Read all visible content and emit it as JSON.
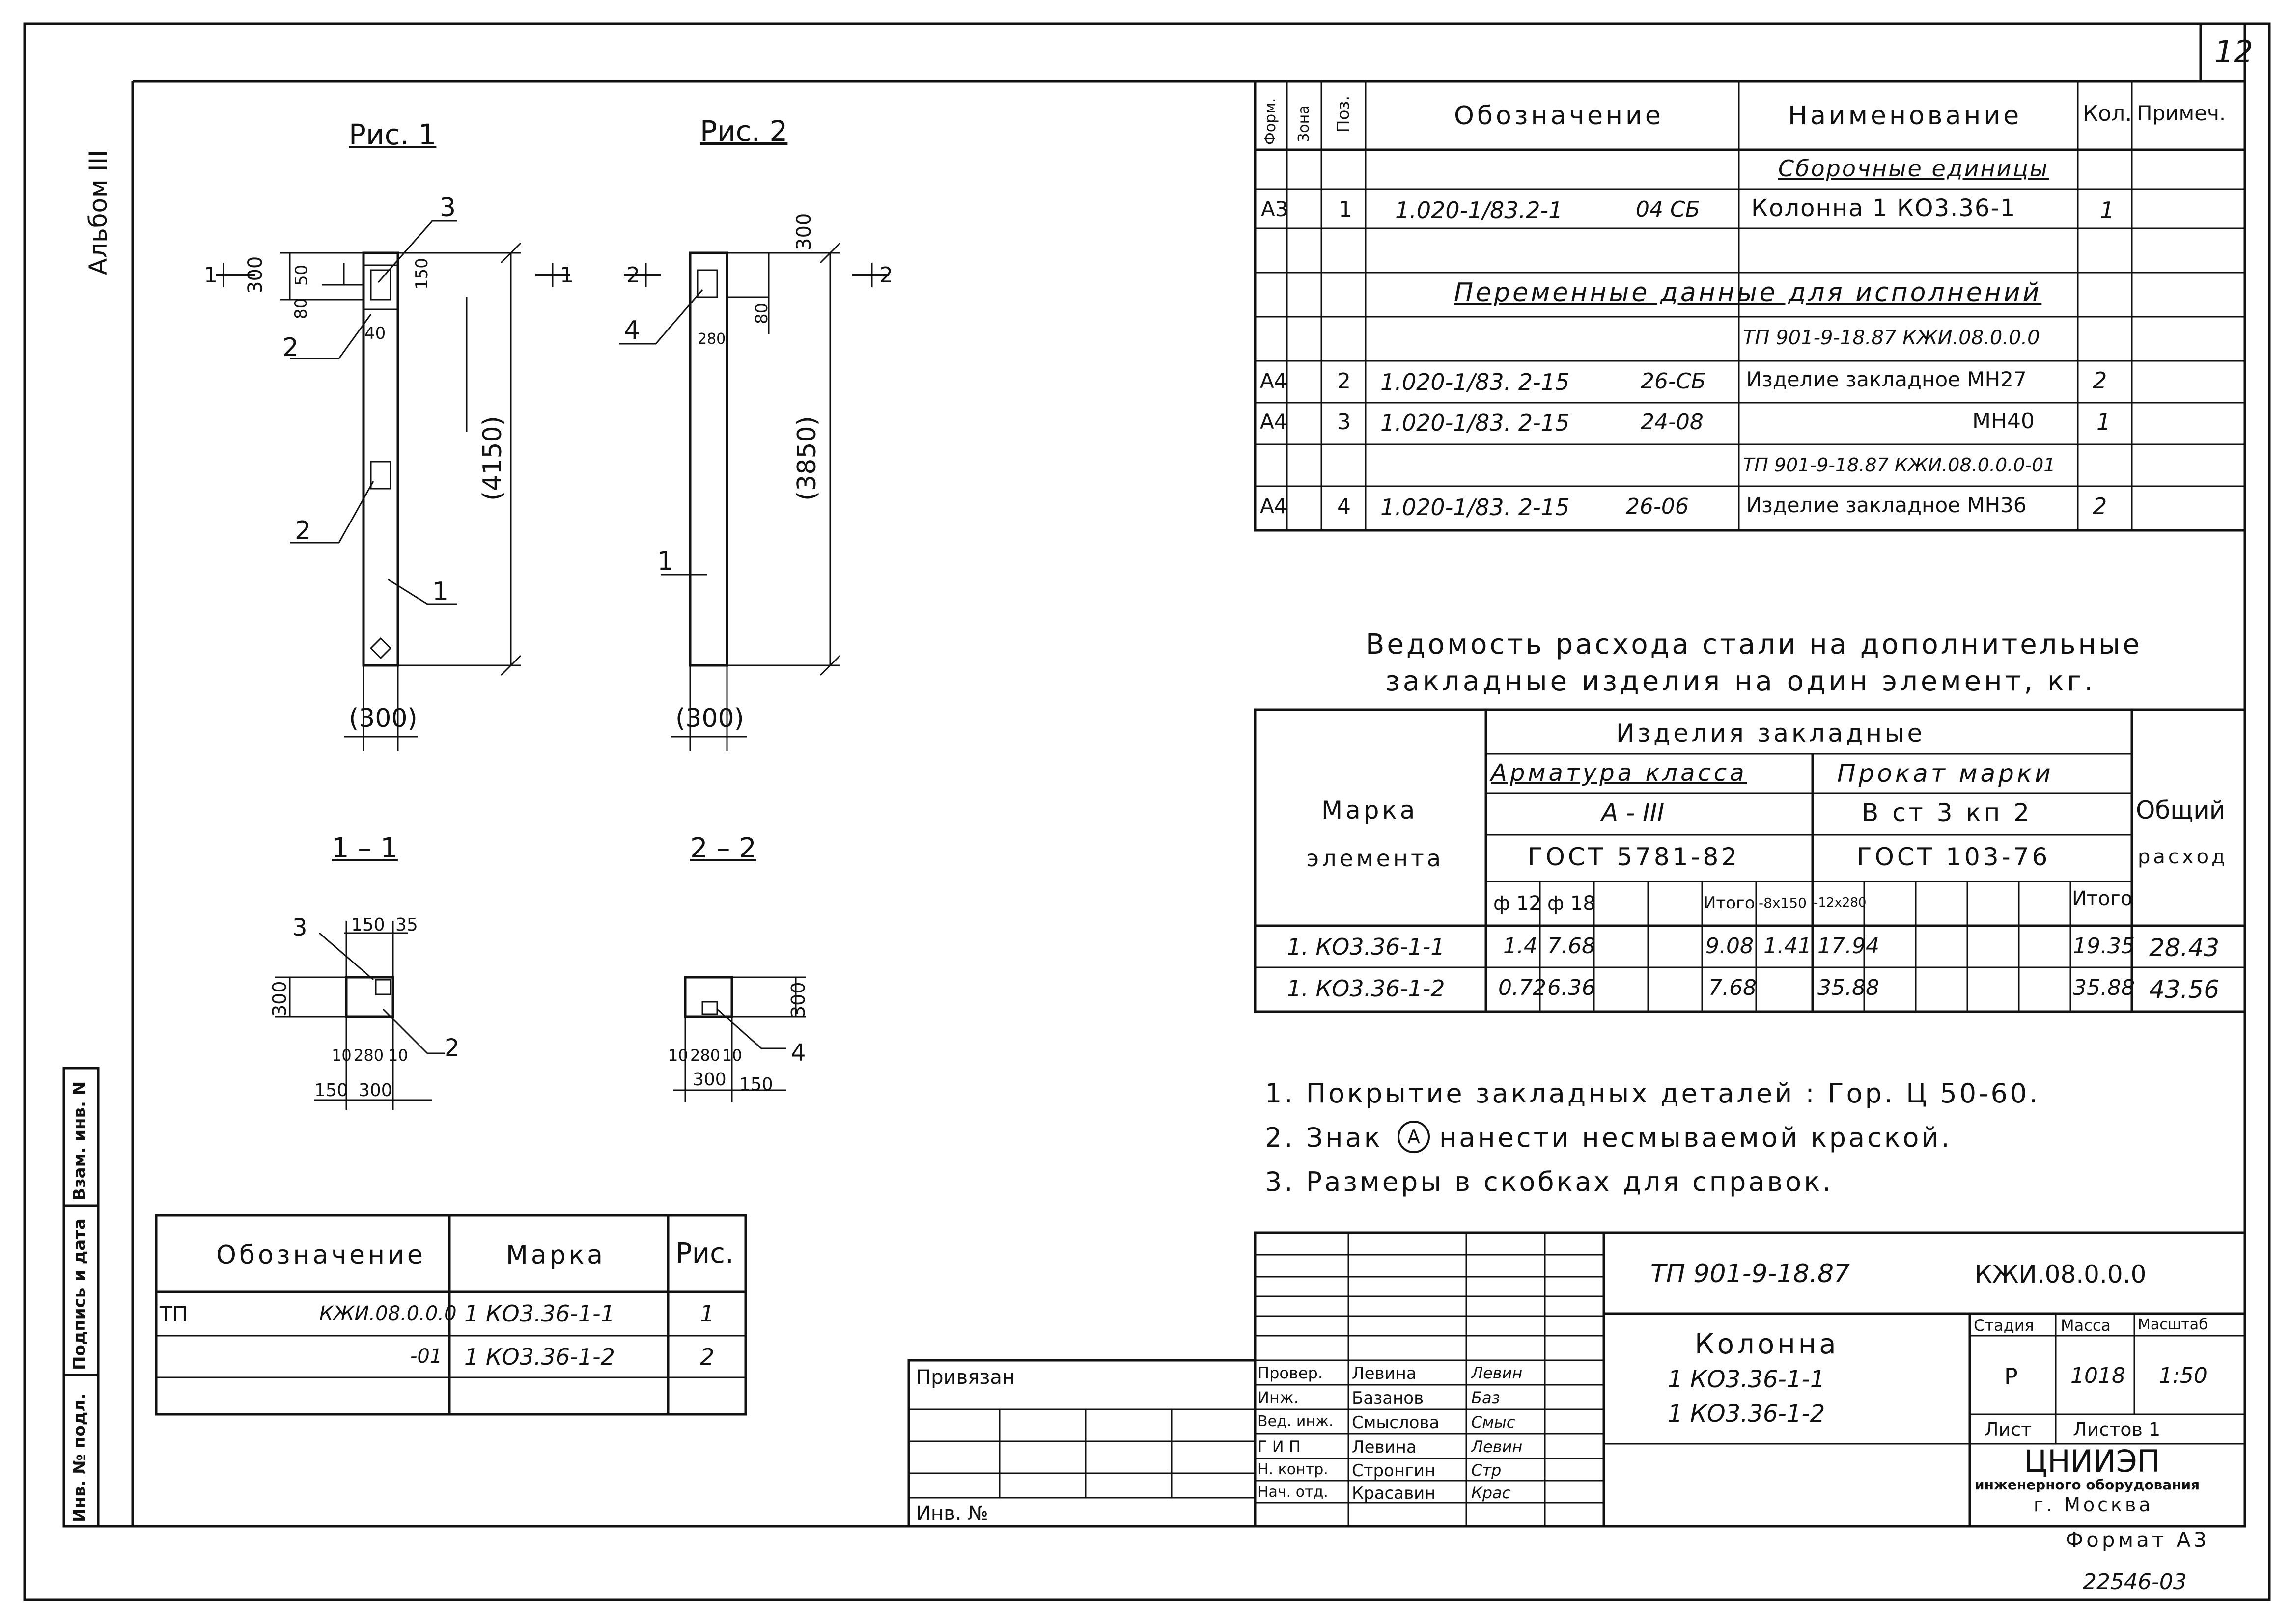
{
  "sheet_number": "12",
  "album_label": "Альбом III",
  "footer_stamp": "22546-03",
  "format_label": "Формат А3",
  "side_labels": {
    "inv_podl": "Инв. № подл.",
    "podpis_data": "Подпись и дата",
    "vzam_inv": "Взам. инв. N"
  },
  "figures": {
    "fig1": {
      "title": "Рис. 1",
      "dim_300_top": "300",
      "dim_50": "50",
      "dim_80": "80",
      "dim_40": "40",
      "dim_150": "150",
      "dim_length": "(4150)",
      "dim_width": "(300)",
      "section_mark": "1",
      "callouts": [
        "3",
        "2",
        "2",
        "1"
      ]
    },
    "fig2": {
      "title": "Рис. 2",
      "dim_300_top": "300",
      "dim_80": "80",
      "dim_280": "280",
      "dim_length": "(3850)",
      "dim_width": "(300)",
      "section_mark": "2",
      "callouts": [
        "4",
        "1"
      ]
    },
    "sec1": {
      "title": "1 – 1",
      "dims": {
        "d150": "150",
        "d35": "35",
        "d300v": "300",
        "d10a": "10",
        "d280": "280",
        "d10b": "10",
        "d150b": "150",
        "d300b": "300"
      },
      "callouts": [
        "3",
        "2"
      ]
    },
    "sec2": {
      "title": "2 – 2",
      "dims": {
        "d300v": "300",
        "d10": "10",
        "d280": "280",
        "d10b": "10",
        "d300b": "300",
        "d150": "150"
      },
      "callouts": [
        "4"
      ]
    }
  },
  "spec_table": {
    "headers": {
      "format": "Форм.",
      "zone": "Зона",
      "pos": "Поз.",
      "designation": "Обозначение",
      "name": "Наименование",
      "qty": "Кол.",
      "note": "Примеч."
    },
    "section1": "Сборочные единицы",
    "section2": "Переменные данные для исполнений",
    "rows": [
      {
        "format": "А3",
        "pos": "1",
        "designation": "1.020-1/83.2-1",
        "code": "04 СБ",
        "name": "Колонна 1 КО3.36-1",
        "qty": "1"
      },
      {
        "name": "ТП 901-9-18.87   КЖИ.08.0.0.0"
      },
      {
        "format": "А4",
        "pos": "2",
        "designation": "1.020-1/83. 2-15",
        "code": "26-СБ",
        "name": "Изделие закладное МН27",
        "qty": "2"
      },
      {
        "format": "А4",
        "pos": "3",
        "designation": "1.020-1/83. 2-15",
        "code": "24-08",
        "name": "МН40",
        "qty": "1"
      },
      {
        "name": "ТП 901-9-18.87   КЖИ.08.0.0.0-01"
      },
      {
        "format": "А4",
        "pos": "4",
        "designation": "1.020-1/83. 2-15",
        "code": "26-06",
        "name": "Изделие закладное МН36",
        "qty": "2"
      }
    ]
  },
  "steel_table": {
    "title_line1": "Ведомость расхода стали на дополнительные",
    "title_line2": "закладные изделия на один элемент, кг.",
    "mark_header_1": "Марка",
    "mark_header_2": "элемента",
    "group_header": "Изделия   закладные",
    "armature_header": "Арматура класса",
    "armature_class": "А - III",
    "armature_gost": "ГОСТ 5781-82",
    "prokat_header": "Прокат марки",
    "prokat_grade": "В ст 3 кп 2",
    "prokat_gost": "ГОСТ 103-76",
    "total_header_1": "Общий",
    "total_header_2": "расход",
    "sub_headers": [
      "ф 12",
      "ф 18",
      "",
      "",
      "Итого",
      "-8х150",
      "-12х280",
      "",
      "",
      "Итого"
    ],
    "rows": [
      {
        "mark": "1. КО3.36-1-1",
        "cells": [
          "1.4",
          "7.68",
          "",
          "",
          "9.08",
          "1.41",
          "17.94",
          "",
          "",
          "19.35"
        ],
        "total": "28.43"
      },
      {
        "mark": "1. КО3.36-1-2",
        "cells": [
          "0.72",
          "6.36",
          "",
          "",
          "7.68",
          "",
          "35.88",
          "",
          "",
          "35.88"
        ],
        "total": "43.56"
      }
    ]
  },
  "notes": [
    "1. Покрытие закладных деталей : Гор. Ц 50-60.",
    "2. Знак",
    "нанести несмываемой краской.",
    "3. Размеры в скобках для справок."
  ],
  "note_symbol": "А",
  "marks_table": {
    "headers": {
      "designation": "Обозначение",
      "mark": "Марка",
      "fig": "Рис."
    },
    "rows": [
      {
        "prefix": "ТП",
        "designation": "КЖИ.08.0.0.0",
        "mark": "1 КО3.36-1-1",
        "fig": "1"
      },
      {
        "prefix": "",
        "designation": "-01",
        "mark": "1 КО3.36-1-2",
        "fig": "2"
      }
    ]
  },
  "title_block": {
    "privyazan": "Привязан",
    "inv_no": "Инв. №",
    "doc_number": "ТП 901-9-18.87",
    "doc_code": "КЖИ.08.0.0.0",
    "object_title": "Колонна",
    "object_line2": "1 КО3.36-1-1",
    "object_line3": "1 КО3.36-1-2",
    "stage_header": "Стадия",
    "mass_header": "Масса",
    "scale_header": "Масштаб",
    "stage": "Р",
    "mass": "1018",
    "scale": "1:50",
    "sheet_label": "Лист",
    "sheets_label": "Листов 1",
    "org_name": "ЦНИИЭП",
    "org_line2": "инженерного оборудования",
    "org_city": "г. Москва",
    "signatures": [
      {
        "role": "Провер.",
        "name": "Левина",
        "sign": "Левин"
      },
      {
        "role": "Инж.",
        "name": "Базанов",
        "sign": "Баз"
      },
      {
        "role": "Вед. инж.",
        "name": "Смыслова",
        "sign": "Смыс"
      },
      {
        "role": "Г И П",
        "name": "Левина",
        "sign": "Левин"
      },
      {
        "role": "Н. контр.",
        "name": "Стронгин",
        "sign": "Стр"
      },
      {
        "role": "Нач. отд.",
        "name": "Красавин",
        "sign": "Крас"
      }
    ]
  }
}
